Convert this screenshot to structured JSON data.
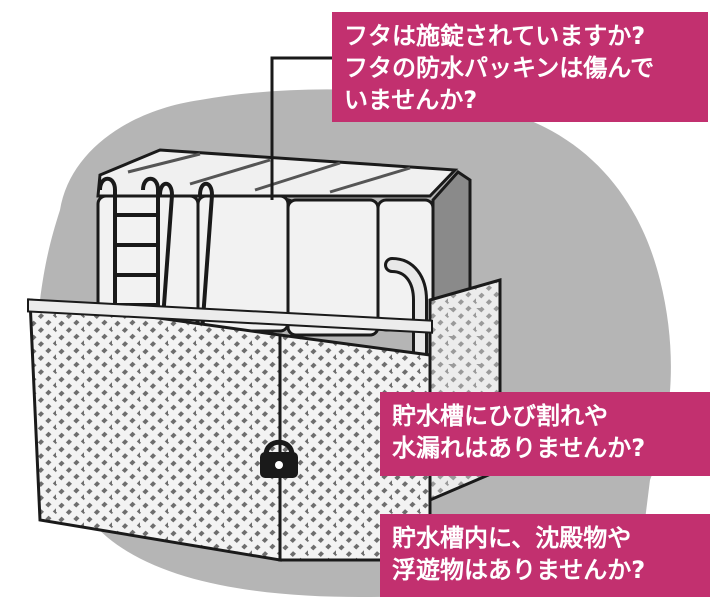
{
  "image": {
    "subject": "water-tank",
    "colors": {
      "accent": "#c2306f",
      "background_blob": "#b5b5b5",
      "tank": "#f2f2f2",
      "outline": "#1a1a1a"
    }
  },
  "callouts": {
    "lid": {
      "lines": [
        "フタは施錠されていますか?",
        "フタの防水パッキンは傷んで",
        "いませんか?"
      ]
    },
    "crack": {
      "lines": [
        "貯水槽にひび割れや",
        "水漏れはありませんか?"
      ]
    },
    "sediment": {
      "lines": [
        "貯水槽内に、沈殿物や",
        "浮遊物はありませんか?"
      ]
    }
  }
}
